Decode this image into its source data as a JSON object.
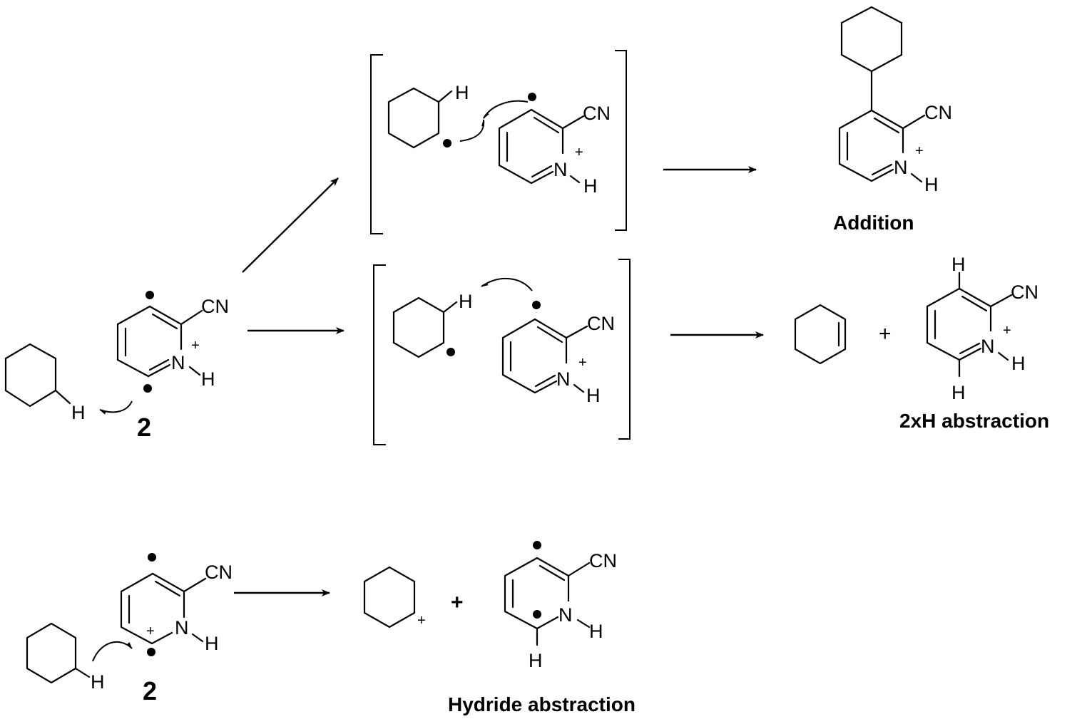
{
  "atoms": {
    "cn": "CN",
    "n": "N",
    "h": "H",
    "plus": "+"
  },
  "labels": {
    "compound": "2",
    "addition": "Addition",
    "double_h": "2xH abstraction",
    "hydride": "Hydride abstraction"
  },
  "colors": {
    "ink": "#000000",
    "background": "#ffffff"
  }
}
